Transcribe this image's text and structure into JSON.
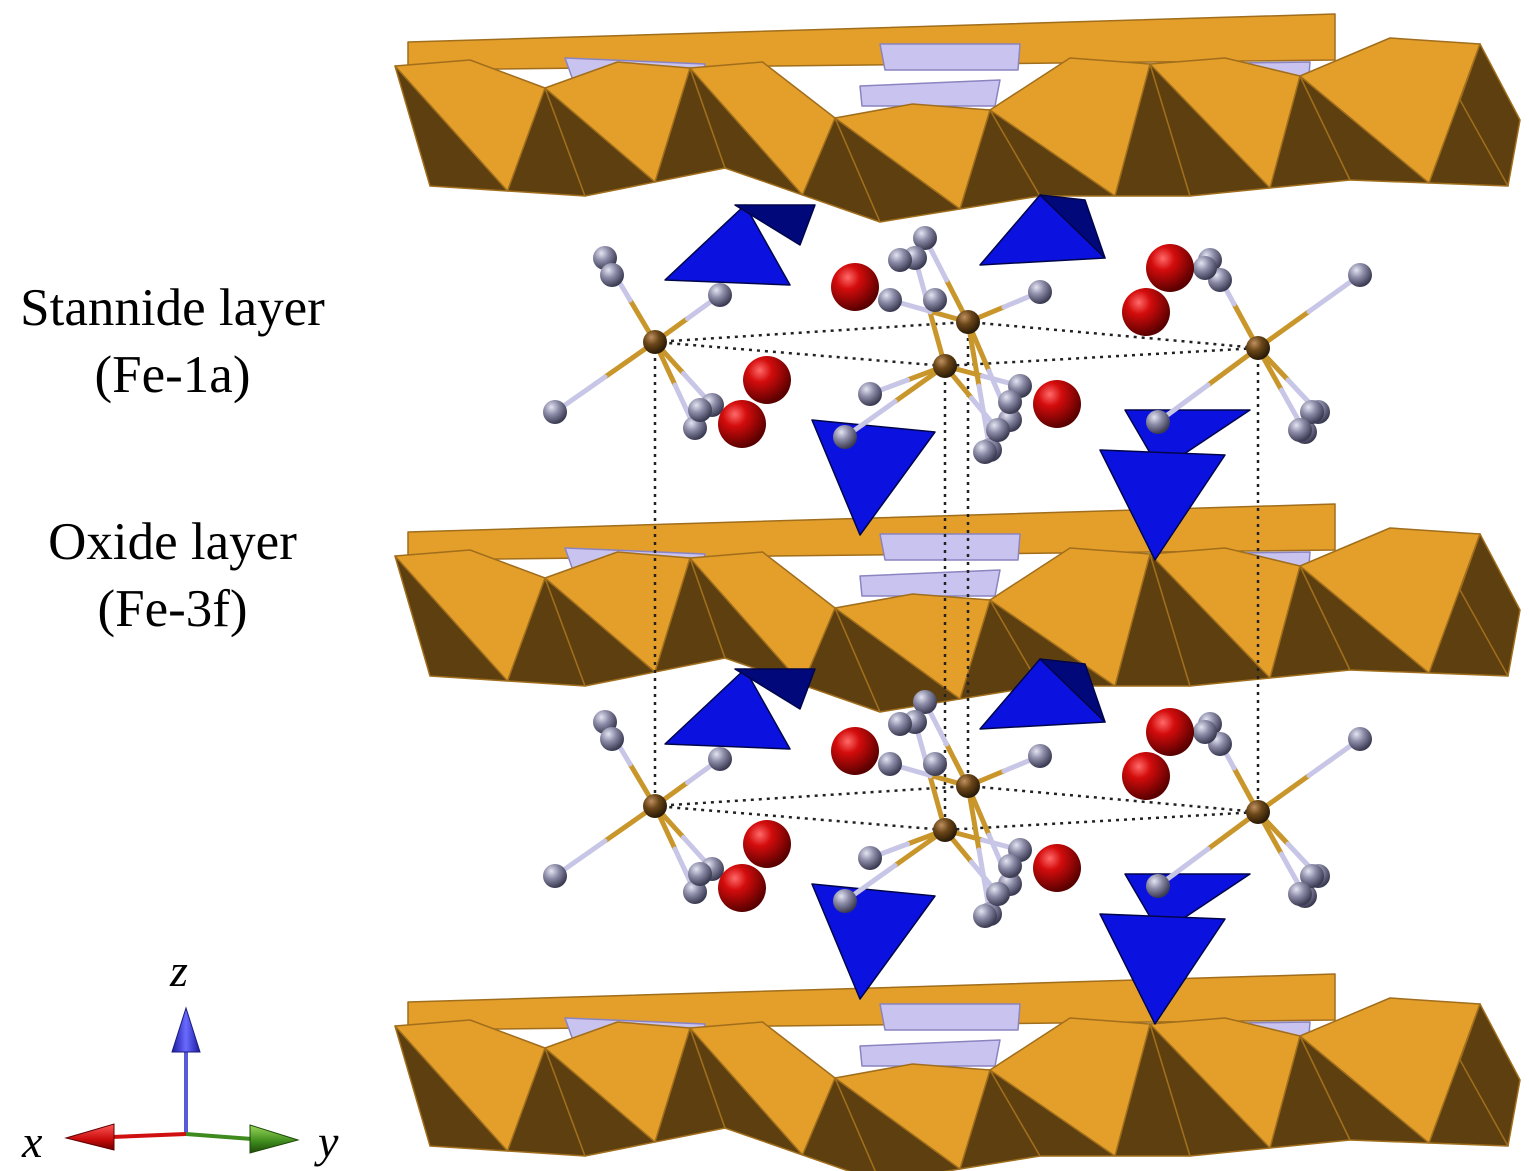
{
  "labels": {
    "stannide_title": "Stannide layer",
    "stannide_sub": "(Fe-1a)",
    "oxide_title": "Oxide layer",
    "oxide_sub": "(Fe-3f)"
  },
  "axes": {
    "x": "x",
    "y": "y",
    "z": "z"
  },
  "colors": {
    "octahedron_light": "#E49E2A",
    "octahedron_dark": "#5E4010",
    "octahedron_edge": "#A06E1C",
    "tetrahedron_blue": "#0B12E0",
    "tetrahedron_blue_dark": "#00087A",
    "lavender_face": "#C9C3F0",
    "fe_atom": "#6E4A1C",
    "sn_atom": "#8A8AA6",
    "oxygen_atom": "#C00000",
    "bond_gold": "#C8962A",
    "bond_lavender": "#C8C6E6",
    "axis_x": "#D01010",
    "axis_y": "#3E8A1E",
    "axis_z": "#3A3AE0"
  }
}
